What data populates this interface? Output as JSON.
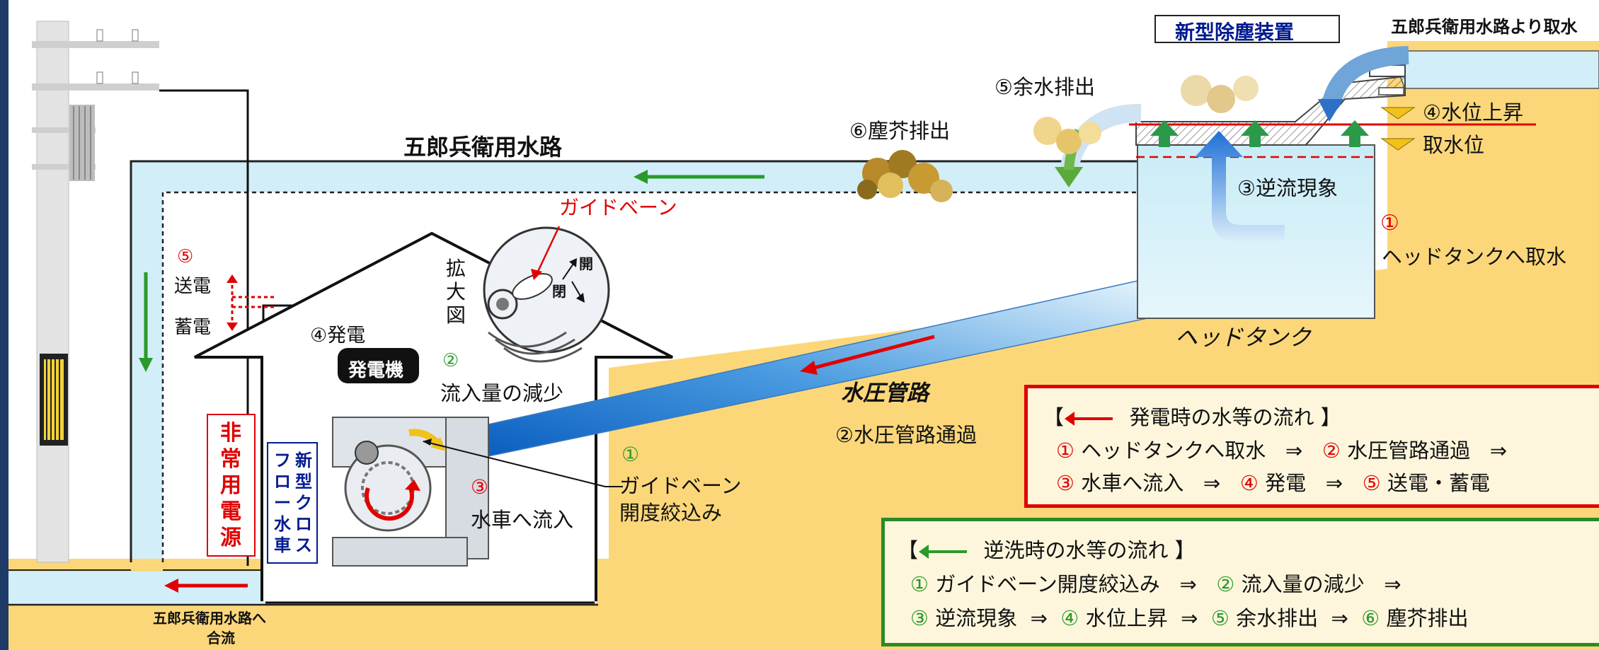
{
  "colors": {
    "background_sky": "#ffffff",
    "ground": "#fbd77a",
    "water": "#d2eef8",
    "left_border": "#1f3a66",
    "red": "#e00000",
    "green": "#2a9a2a",
    "navy": "#001b8f",
    "legend_bg": "#fdf6dc"
  },
  "labels": {
    "canal_name": "五郎兵衛用水路",
    "canal_source": "五郎兵衛用水路より取水",
    "device_title": "新型除塵装置",
    "head_tank": "ヘッドタンク",
    "penstock": "水圧管路",
    "guide_vane": "ガイドベーン",
    "enlarged_1": "拡",
    "enlarged_2": "大",
    "enlarged_3": "図",
    "open": "開",
    "close": "閉",
    "generator": "発電機",
    "emergency_power": "非常用電源",
    "turbine_col1": "新型クロス",
    "turbine_col2": "フロー水車",
    "merge_1": "五郎兵衛用水路へ",
    "merge_2": "合流"
  },
  "steps": {
    "s1_num": "①",
    "s1_text": "ヘッドタンクへ取水",
    "s2_text": "②水圧管路通過",
    "s3_num": "③",
    "s3_text": "水車へ流入",
    "s4_text": "④発電",
    "s5_num": "⑤",
    "s5_send": "送電",
    "s5_store": "蓄電",
    "g1_num": "①",
    "g1_line1": "ガイドベーン",
    "g1_line2": "開度絞込み",
    "g2_num": "②",
    "g2_text": "流入量の減少",
    "g3_text": "③逆流現象",
    "g4_text": "④水位上昇",
    "intake_level": "取水位",
    "g5_text": "⑤余水排出",
    "g6_text": "⑥塵芥排出"
  },
  "legend_red": {
    "title_open": "【",
    "title_text": "発電時の水等の流れ 】",
    "row1": [
      "①",
      "ヘッドタンクへ取水",
      "⇒",
      "②",
      "水圧管路通過",
      "⇒"
    ],
    "row2": [
      "③",
      "水車へ流入",
      "⇒",
      "④",
      "発電",
      "⇒",
      "⑤",
      "送電・蓄電"
    ]
  },
  "legend_green": {
    "title_open": "【",
    "title_text": "逆洗時の水等の流れ 】",
    "row1": [
      "①",
      "ガイドベーン開度絞込み",
      "⇒",
      "②",
      "流入量の減少",
      "⇒"
    ],
    "row2": [
      "③",
      "逆流現象",
      "⇒",
      "④",
      "水位上昇",
      "⇒",
      "⑤",
      "余水排出",
      "⇒",
      "⑥",
      "塵芥排出"
    ]
  }
}
